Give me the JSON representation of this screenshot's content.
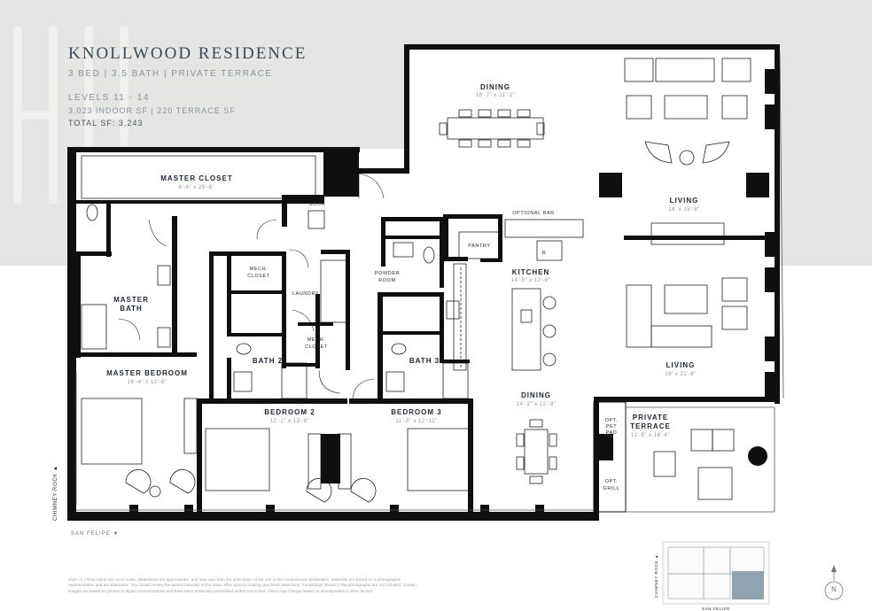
{
  "header": {
    "title": "KNOLLWOOD RESIDENCE",
    "subtitle": "3 BED | 3.5 BATH | PRIVATE TERRACE",
    "levels": "LEVELS 11 - 14",
    "sf": "3,023 INDOOR SF | 220 TERRACE SF",
    "total": "TOTAL SF: 3,243"
  },
  "rooms": {
    "dining_top": {
      "name": "DINING",
      "dim": "18'-7\" x 21'-2\""
    },
    "master_closet": {
      "name": "MASTER CLOSET",
      "dim": "6'-6\" x 25'-8\""
    },
    "nook": {
      "name": "NOOK"
    },
    "optional_bar": {
      "name": "OPTIONAL BAR"
    },
    "living_top": {
      "name": "LIVING",
      "dim": "18' x 15'-8\""
    },
    "pantry": {
      "name": "PANTRY"
    },
    "fridge": {
      "name": "R"
    },
    "kitchen": {
      "name": "KITCHEN",
      "dim": "14'-5\" x 12'-8\""
    },
    "powder_line1": "POWDER",
    "powder_line2": "ROOM",
    "mech1_line1": "MECH.",
    "mech1_line2": "CLOSET",
    "laundry": {
      "name": "LAUNDRY"
    },
    "master_bath_line1": "MASTER",
    "master_bath_line2": "BATH",
    "mech2_line1": "MECH.",
    "mech2_line2": "CLOSET",
    "bath2": {
      "name": "BATH 2"
    },
    "bath3": {
      "name": "BATH 3"
    },
    "living_bottom": {
      "name": "LIVING",
      "dim": "18' x 21'-6\""
    },
    "master_bedroom": {
      "name": "MASTER BEDROOM",
      "dim": "16'-4\" x 12'-9\""
    },
    "dining_bottom": {
      "name": "DINING",
      "dim": "14'-2\" x 12'-9\""
    },
    "bedroom2": {
      "name": "BEDROOM 2",
      "dim": "11'-1\" x 13'-9\""
    },
    "bedroom3": {
      "name": "BEDROOM 3",
      "dim": "11'-3\" x 12'-11\""
    },
    "opt_pet_line1": "OPT.",
    "opt_pet_line2": "PET",
    "opt_pet_line3": "PAD",
    "private_terrace_line1": "PRIVATE",
    "private_terrace_line2": "TERRACE",
    "private_terrace_dim": "11'-5\" x 18'-4\"",
    "opt_grill_line1": "OPT.",
    "opt_grill_line2": "GRILL"
  },
  "streets": {
    "side": "CHIMNEY ROCK ▲",
    "bottom": "SAN FELIPE ▼",
    "keyplan_side": "CHIMNEY ROCK ▲",
    "keyplan_bottom": "SAN FELIPE"
  },
  "compass": {
    "label": "N"
  },
  "disclaimer": "3/16\"=1' | Floor plans are not to scale, dimensions are approximate, and may vary from the description of the unit in the condominium declaration. Materials are based on a photographic representation and are illustrative. You should review the actual materials at the sales office prior to making your finish selections. Furnishings shown in the photographs are not included. Certain images are based on photos or digital representations and have been artistically assembled and/or retouched. Views may change based on development or other factors.",
  "colors": {
    "wall": "#0f0f10",
    "band": "#e5e6e3",
    "keyplan_highlight": "#8fa3b0",
    "text": "#2b3a4a"
  }
}
